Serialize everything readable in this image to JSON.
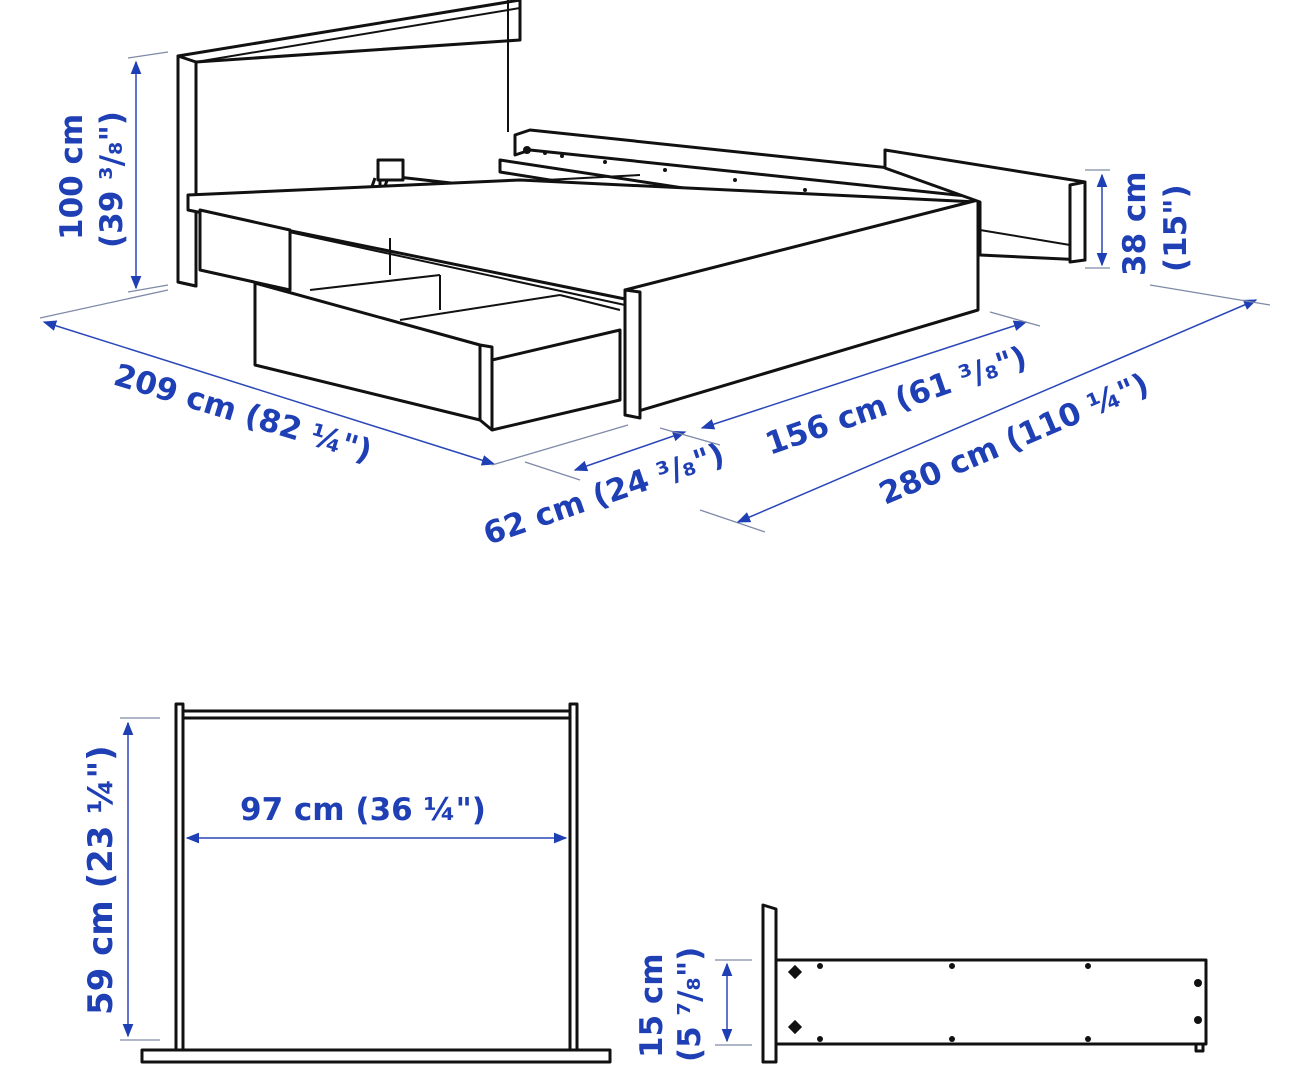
{
  "diagram": {
    "subject": "bed frame with storage drawers",
    "colors": {
      "dimension": "#1f3fb5",
      "line": "#111111",
      "background": "#ffffff"
    },
    "bed_view": {
      "dimensions": {
        "headboard_height": {
          "line1": "100 cm",
          "line2": "(39 ³/₈\")"
        },
        "side_height": {
          "line1": "38 cm",
          "line2": "(15\")"
        },
        "length": "209 cm (82 ¼\")",
        "drawer_extension": "62 cm (24 ³/₈\")",
        "width": "156 cm (61 ³/₈\")",
        "total_with_drawers": "280 cm (110 ¼\")"
      }
    },
    "drawer_top_view": {
      "dimensions": {
        "depth": "59 cm (23 ¼\")",
        "width": "97 cm (36 ¼\")"
      }
    },
    "drawer_side_view": {
      "dimensions": {
        "height": {
          "line1": "15 cm",
          "line2": "(5 ⁷/₈\")"
        }
      }
    }
  }
}
